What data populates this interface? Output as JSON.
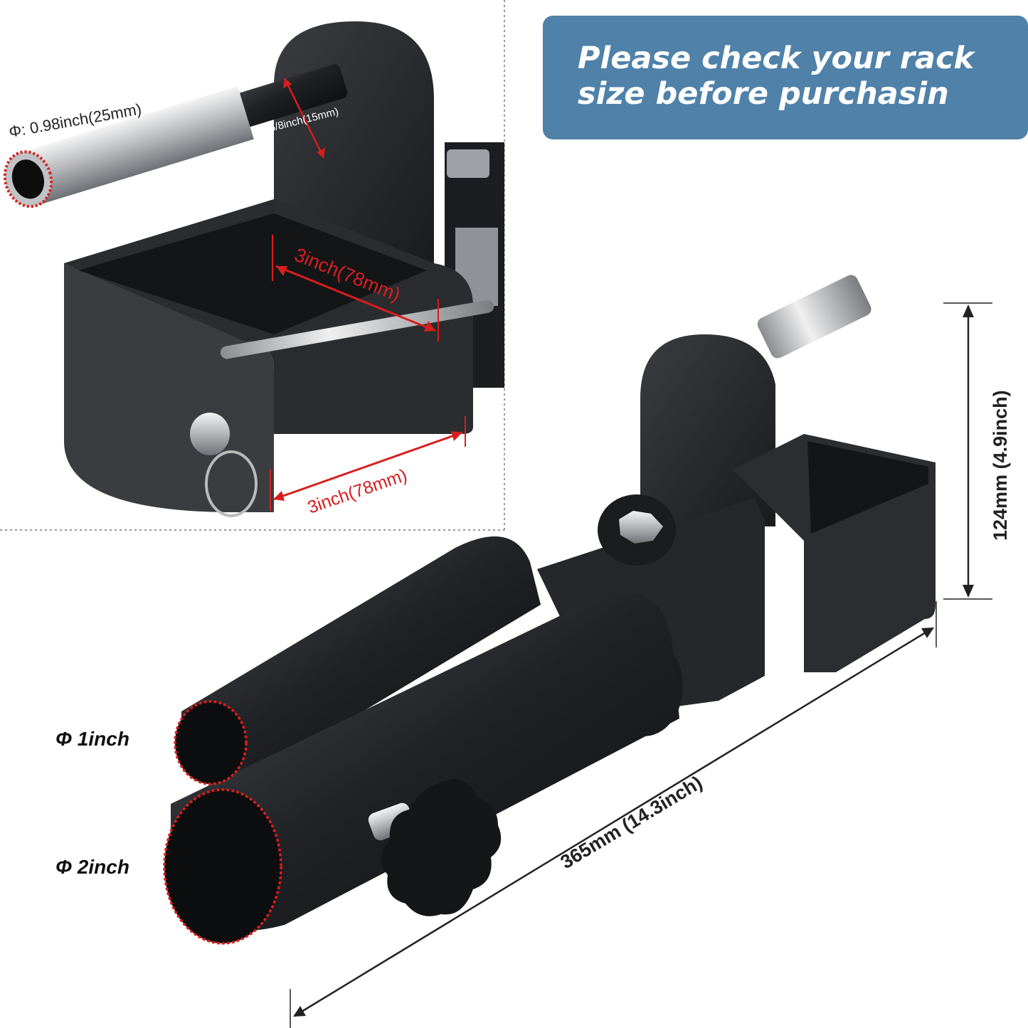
{
  "banner": {
    "line1": "Please check your rack",
    "line2": "size before purchasin",
    "background_color": "#4f81a9",
    "text_color": "#ffffff"
  },
  "inset": {
    "pin_outer_diameter": "Φ: 0.98inch(25mm)",
    "pin_inner_diameter": "Φ: 5/8inch(15mm)",
    "bracket_depth": "3inch(78mm)",
    "bracket_width": "3inch(78mm)"
  },
  "main": {
    "height_label": "124mm (4.9inch)",
    "length_label": "365mm (14.3inch)",
    "small_sleeve_label": "Φ 1inch",
    "large_sleeve_label": "Φ 2inch"
  },
  "colors": {
    "measure_red": "#d81e1e",
    "metal_dark": "#2a2c2f",
    "metal_silver": "#c9cbcd"
  }
}
